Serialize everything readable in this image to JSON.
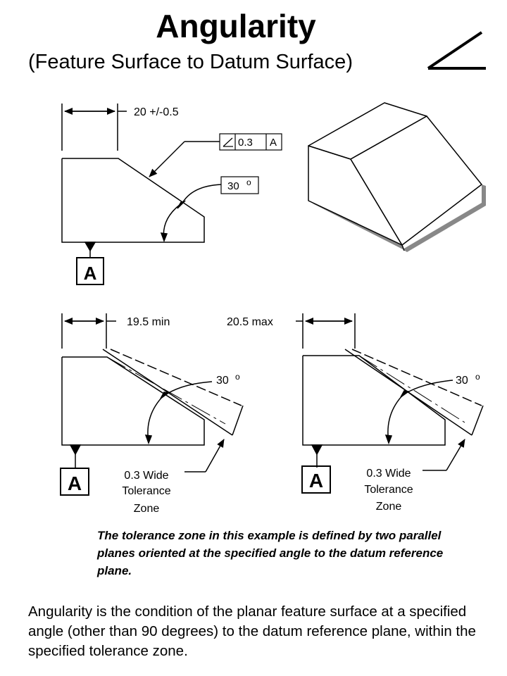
{
  "title": "Angularity",
  "subtitle": "(Feature Surface to Datum Surface)",
  "top_view": {
    "dimension": "20 +/-0.5",
    "fcf_value": "0.3",
    "fcf_datum": "A",
    "angle_value": "30",
    "angle_unit": "o",
    "datum_label": "A"
  },
  "left_view": {
    "dimension": "19.5 min",
    "angle_value": "30",
    "angle_unit": "o",
    "zone_line1": "0.3 Wide",
    "zone_line2": "Tolerance",
    "zone_line3": "Zone",
    "datum_label": "A"
  },
  "right_view": {
    "dimension": "20.5 max",
    "angle_value": "30",
    "angle_unit": "o",
    "zone_line1": "0.3 Wide",
    "zone_line2": "Tolerance",
    "zone_line3": "Zone",
    "datum_label": "A"
  },
  "note": "The tolerance zone in this example is defined by two parallel  planes oriented at the specified angle to the datum reference plane.",
  "paragraph": "Angularity is the condition of the planar feature surface at a specified angle (other than 90 degrees) to the datum reference plane, within the specified tolerance zone.",
  "icons": [
    "angularity-symbol-icon",
    "angularity-symbol-icon-small"
  ]
}
